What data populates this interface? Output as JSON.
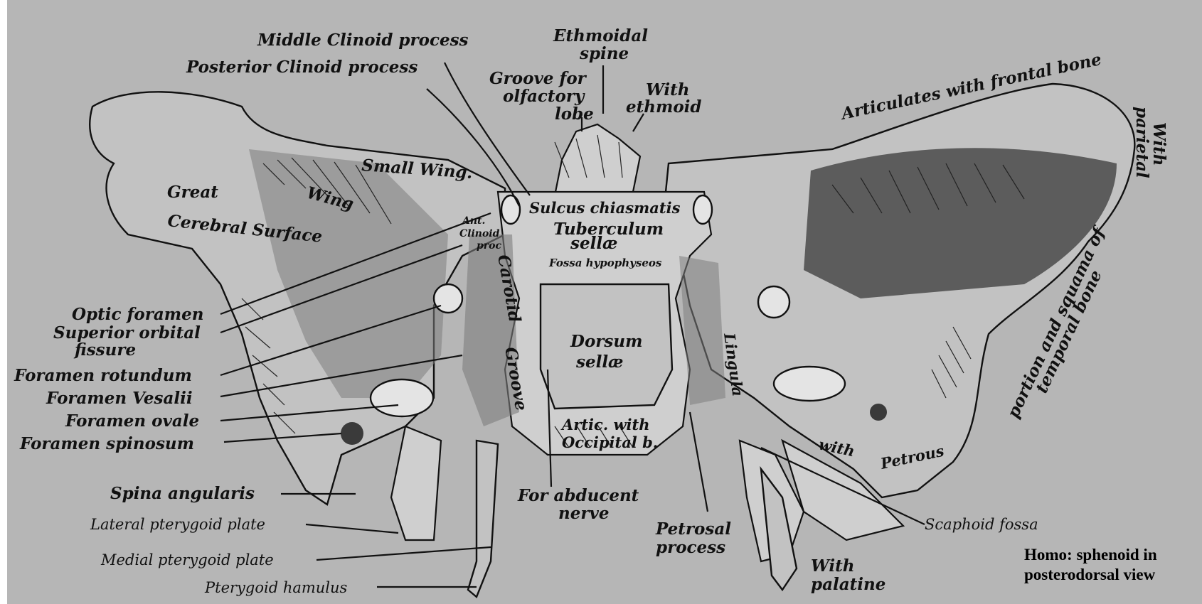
{
  "labels": {
    "middle_clinoid": "Middle Clinoid process",
    "posterior_clinoid": "Posterior Clinoid process",
    "ethmoidal_spine_1": "Ethmoidal",
    "ethmoidal_spine_2": "spine",
    "groove_olfactory_1": "Groove for",
    "groove_olfactory_2": "olfactory",
    "groove_olfactory_3": "lobe",
    "with_ethmoid_1": "With",
    "with_ethmoid_2": "ethmoid",
    "articulates_frontal": "Articulates with frontal bone",
    "with_parietal_1": "With",
    "with_parietal_2": "parietal",
    "small_wing": "Small Wing.",
    "great_wing": "Great",
    "wing_word": "Wing",
    "cerebral_surface": "Cerebral Surface",
    "sulcus_chiasmatis": "Sulcus chiasmatis",
    "tuberculum_1": "Tuberculum",
    "tuberculum_2": "sellæ",
    "ant_clinoid_1": "Ant.",
    "ant_clinoid_2": "Clinoid",
    "ant_clinoid_3": "proc",
    "fossa_hypophyseos": "Fossa hypophyseos",
    "carotid_groove_1": "Carotid",
    "carotid_groove_2": "Groove",
    "dorsum_1": "Dorsum",
    "dorsum_2": "sellæ",
    "lingula": "Lingula",
    "artic_occipital_1": "Artic. with",
    "artic_occipital_2": "Occipital b.",
    "optic_foramen": "Optic foramen",
    "superior_orbital_1": "Superior orbital",
    "superior_orbital_2": "fissure",
    "foramen_rotundum": "Foramen rotundum",
    "foramen_vesalii": "Foramen Vesalii",
    "foramen_ovale": "Foramen ovale",
    "foramen_spinosum": "Foramen spinosum",
    "spina_angularis": "Spina angularis",
    "lateral_pterygoid": "Lateral pterygoid plate",
    "medial_pterygoid": "Medial pterygoid plate",
    "pterygoid_hamulus": "Pterygoid hamulus",
    "abducent_1": "For abducent",
    "abducent_2": "nerve",
    "petrosal_1": "Petrosal",
    "petrosal_2": "process",
    "with_palatine_1": "With",
    "with_palatine_2": "palatine",
    "scaphoid_fossa": "Scaphoid fossa",
    "temporal_1": "portion and squama of",
    "temporal_2": "temporal bone",
    "with_petrous_1": "with",
    "with_petrous_2": "Petrous"
  },
  "caption": {
    "line1": "Homo: sphenoid in",
    "line2": "posterodorsal view"
  },
  "colors": {
    "background": "#b6b6b6",
    "ink": "#111111",
    "bone": "#c2c2c2"
  }
}
